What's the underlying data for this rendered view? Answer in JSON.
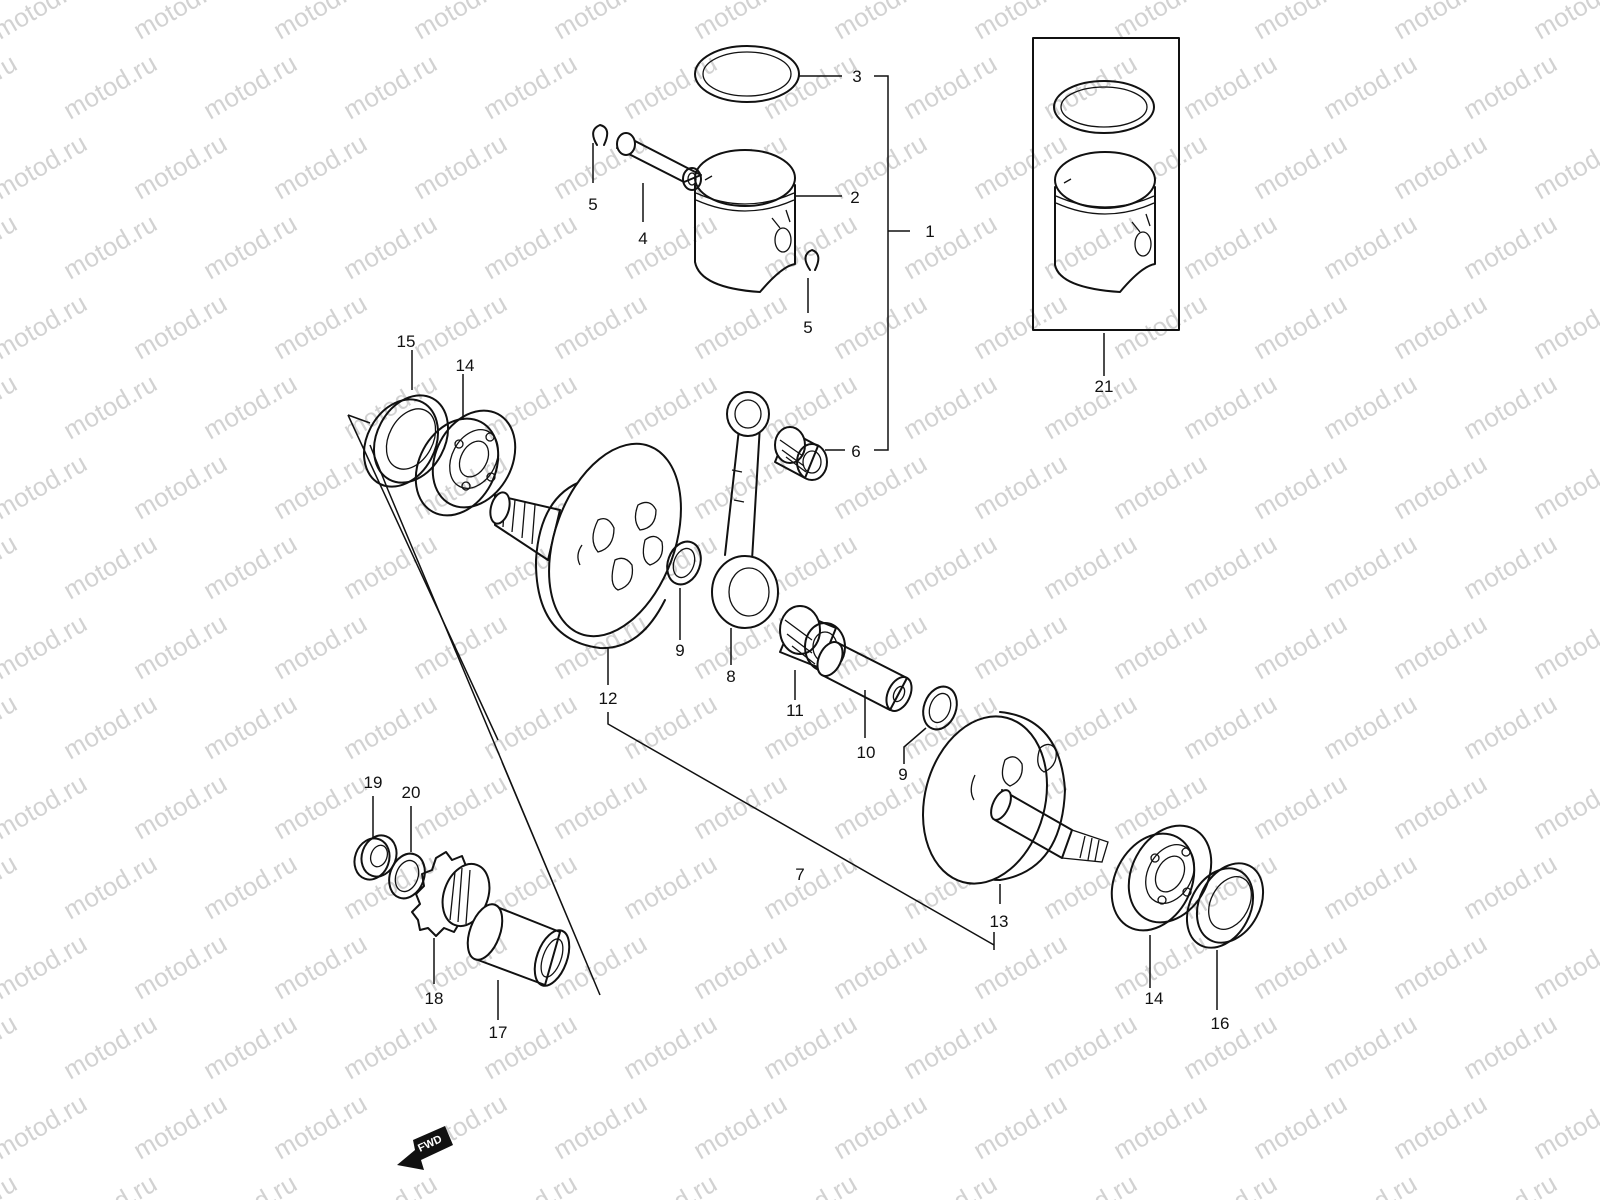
{
  "watermark": "motod.ru",
  "fwd_label": "FWD",
  "callouts": {
    "c1": "1",
    "c2": "2",
    "c3": "3",
    "c4": "4",
    "c5a": "5",
    "c5b": "5",
    "c6": "6",
    "c7": "7",
    "c8": "8",
    "c9a": "9",
    "c9b": "9",
    "c10": "10",
    "c11": "11",
    "c12": "12",
    "c13": "13",
    "c14a": "14",
    "c14b": "14",
    "c15": "15",
    "c16": "16",
    "c17": "17",
    "c18": "18",
    "c19": "19",
    "c20": "20",
    "c21": "21"
  },
  "colors": {
    "line": "#111111",
    "watermark": "#d2d2d2",
    "background": "#ffffff"
  }
}
